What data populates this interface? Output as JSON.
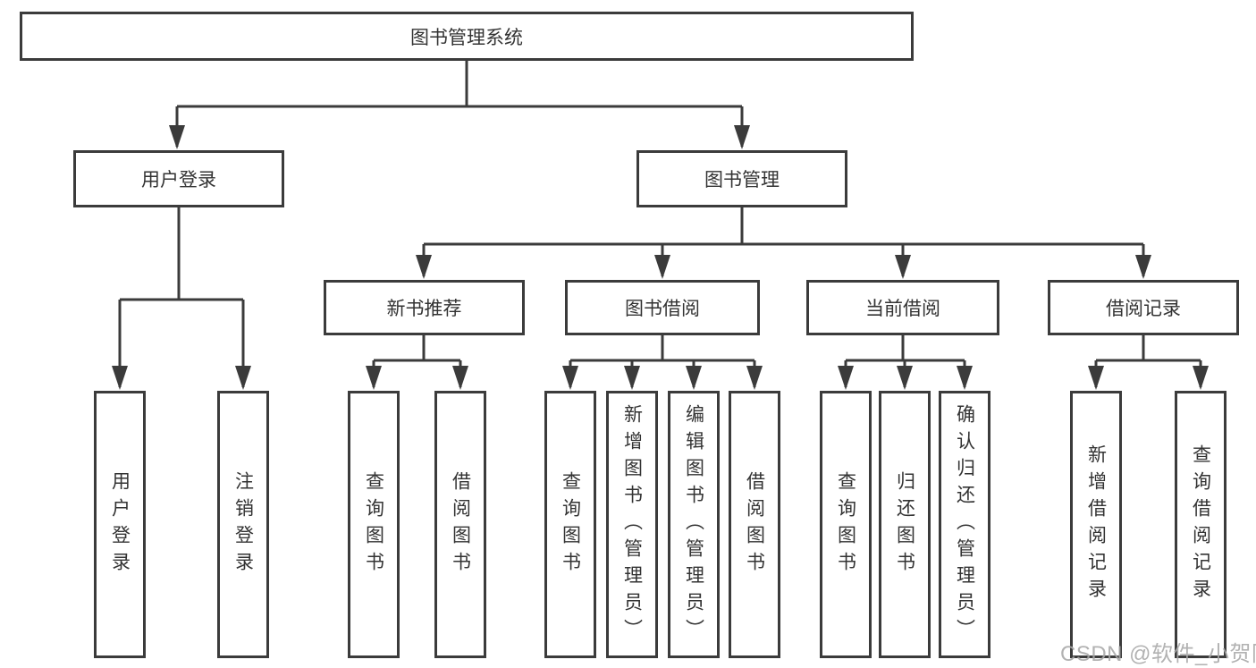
{
  "diagram": {
    "root": {
      "label": "图书管理系统"
    },
    "branches": [
      {
        "label": "用户登录",
        "children": [
          {
            "label": "用户登录"
          },
          {
            "label": "注销登录"
          }
        ]
      },
      {
        "label": "图书管理",
        "children": [
          {
            "label": "新书推荐",
            "children": [
              {
                "label": "查询图书"
              },
              {
                "label": "借阅图书"
              }
            ]
          },
          {
            "label": "图书借阅",
            "children": [
              {
                "label": "查询图书"
              },
              {
                "label": "新增图书（管理员）"
              },
              {
                "label": "编辑图书（管理员）"
              },
              {
                "label": "借阅图书"
              }
            ]
          },
          {
            "label": "当前借阅",
            "children": [
              {
                "label": "查询图书"
              },
              {
                "label": "归还图书"
              },
              {
                "label": "确认归还（管理员）"
              }
            ]
          },
          {
            "label": "借阅记录",
            "children": [
              {
                "label": "新增借阅记录"
              },
              {
                "label": "查询借阅记录"
              }
            ]
          }
        ]
      }
    ]
  },
  "watermark": {
    "text": "CSDN @软件_小贺同学"
  },
  "colors": {
    "line": "#3b3b3b",
    "text": "#333333",
    "background": "#ffffff",
    "watermark": "#a7a7a7"
  }
}
